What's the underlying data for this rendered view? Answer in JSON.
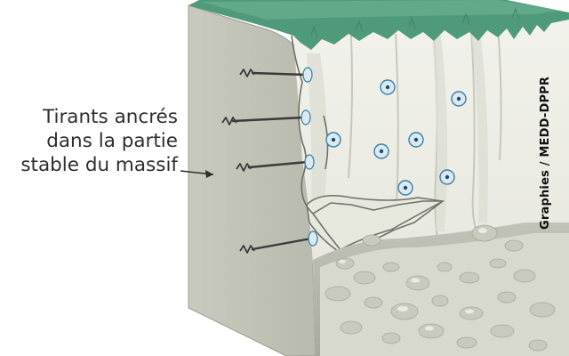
{
  "labels": {
    "caption_lines": [
      "Tirants ancrés",
      "dans la partie",
      "stable du massif"
    ],
    "credit": "Graphies / MEDD-DPPR"
  },
  "colors": {
    "grass": "#4e9a7a",
    "rock_face": "#eaebe2",
    "rock_side": "#c6c7bb",
    "rock_base": "#b3b4a8",
    "crack": "#6f7066",
    "anchor_plate": "#dbe9f2",
    "anchor_outline": "#3b7fa8",
    "tie_rod": "#3a3a3a",
    "text": "#2e2e2e"
  },
  "icons": {
    "tie_rod": "tie-rod-icon",
    "anchor_plate": "anchor-plate-icon",
    "arrow": "arrow-right-icon"
  }
}
